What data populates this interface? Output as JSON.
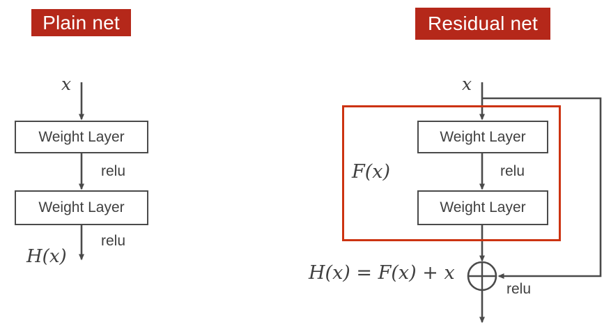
{
  "figure": {
    "background_color": "#ffffff",
    "accent_color": "#b5281a",
    "highlight_color": "#cc3311",
    "line_color": "#4a4a4a",
    "text_color": "#3f3f3f"
  },
  "panels": {
    "plain": {
      "title": "Plain net",
      "input_label": "x",
      "output_label": "H(x)",
      "blocks": [
        {
          "label": "Weight Layer"
        },
        {
          "label": "Weight Layer"
        }
      ],
      "activations": [
        {
          "label": "relu"
        },
        {
          "label": "relu"
        }
      ]
    },
    "residual": {
      "title": "Residual net",
      "input_label": "x",
      "function_label": "F(x)",
      "output_equation": "H(x) = F(x) + x",
      "blocks": [
        {
          "label": "Weight Layer"
        },
        {
          "label": "Weight Layer"
        }
      ],
      "activations": [
        {
          "label": "relu"
        },
        {
          "label": "relu"
        }
      ],
      "skip_connection": "identity shortcut from input x to addition node",
      "merge_operator": "circled-plus"
    }
  },
  "chart_data": {
    "type": "diagram",
    "title": "Plain net vs Residual net",
    "nodes": [
      {
        "id": "plain-input",
        "panel": "plain",
        "type": "label",
        "text": "x"
      },
      {
        "id": "plain-weight-1",
        "panel": "plain",
        "type": "box",
        "text": "Weight Layer"
      },
      {
        "id": "plain-relu-1",
        "panel": "plain",
        "type": "edge-label",
        "text": "relu"
      },
      {
        "id": "plain-weight-2",
        "panel": "plain",
        "type": "box",
        "text": "Weight Layer"
      },
      {
        "id": "plain-relu-2",
        "panel": "plain",
        "type": "edge-label",
        "text": "relu"
      },
      {
        "id": "plain-output",
        "panel": "plain",
        "type": "label",
        "text": "H(x)"
      },
      {
        "id": "res-input",
        "panel": "residual",
        "type": "label",
        "text": "x"
      },
      {
        "id": "res-fx-group",
        "panel": "residual",
        "type": "group-box",
        "text": "F(x)"
      },
      {
        "id": "res-weight-1",
        "panel": "residual",
        "type": "box",
        "text": "Weight Layer"
      },
      {
        "id": "res-relu-1",
        "panel": "residual",
        "type": "edge-label",
        "text": "relu"
      },
      {
        "id": "res-weight-2",
        "panel": "residual",
        "type": "box",
        "text": "Weight Layer"
      },
      {
        "id": "res-add",
        "panel": "residual",
        "type": "operator",
        "text": "circled-plus"
      },
      {
        "id": "res-relu-2",
        "panel": "residual",
        "type": "edge-label",
        "text": "relu"
      },
      {
        "id": "res-output",
        "panel": "residual",
        "type": "label",
        "text": "H(x) = F(x) + x"
      }
    ],
    "edges": [
      {
        "from": "plain-input",
        "to": "plain-weight-1"
      },
      {
        "from": "plain-weight-1",
        "to": "plain-weight-2",
        "label": "relu"
      },
      {
        "from": "plain-weight-2",
        "to": "plain-output",
        "label": "relu"
      },
      {
        "from": "res-input",
        "to": "res-weight-1"
      },
      {
        "from": "res-weight-1",
        "to": "res-weight-2",
        "label": "relu"
      },
      {
        "from": "res-weight-2",
        "to": "res-add"
      },
      {
        "from": "res-input",
        "to": "res-add",
        "label": "identity shortcut"
      },
      {
        "from": "res-add",
        "to": "res-output",
        "label": "relu"
      }
    ]
  }
}
